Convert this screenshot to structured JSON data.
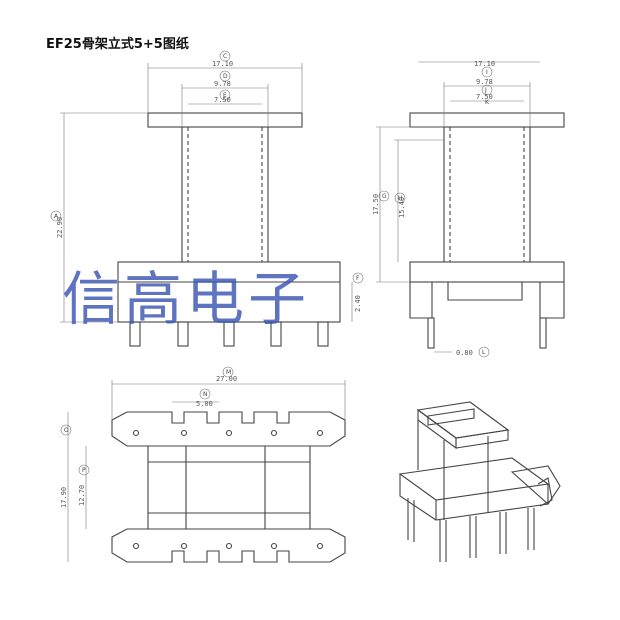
{
  "title": "EF25骨架立式5+5图纸",
  "watermark": "信高电子",
  "colors": {
    "watermark": "#3b56b3",
    "line": "#444444",
    "dim_line": "#777777"
  },
  "front_view": {
    "dims": {
      "width_total": "17.10",
      "inner_D": "9.78",
      "inner_E": "7.50",
      "height_total": "22.90",
      "pin_height": "2.40"
    },
    "bubbles": {
      "C": "C",
      "D": "D",
      "E": "E",
      "A": "A",
      "F": "F"
    }
  },
  "side_view": {
    "dims": {
      "width_total": "17.10",
      "inner_J": "9.78",
      "inner_K": "7.50",
      "height_G": "17.50",
      "height_H": "15.40",
      "pin_dia": "0.80"
    },
    "bubbles": {
      "I": "I",
      "J": "J",
      "K": "K",
      "G": "G",
      "H": "H",
      "L": "L"
    }
  },
  "top_view": {
    "dims": {
      "length_total": "27.00",
      "pitch": "5.00",
      "width_O": "17.90",
      "width_P": "12.70"
    },
    "bubbles": {
      "M": "M",
      "N": "N",
      "O": "O",
      "P": "P"
    }
  }
}
